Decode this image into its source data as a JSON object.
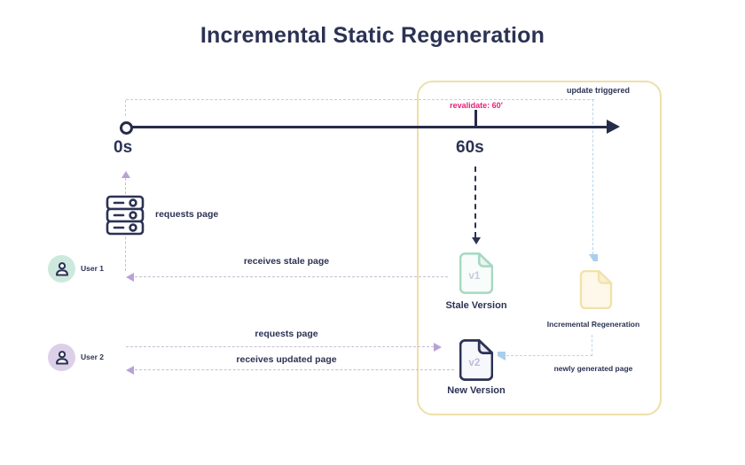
{
  "title": "Incremental Static Regeneration",
  "timeline": {
    "start_label": "0s",
    "end_label": "60s",
    "revalidate_label": "revalidate: 60'",
    "update_triggered_label": "update triggered"
  },
  "server": {
    "request_label": "requests page"
  },
  "users": [
    {
      "name": "User 1",
      "receive_label": "receives stale page"
    },
    {
      "name": "User 2",
      "request_label": "requests page",
      "receive_label": "receives updated page"
    }
  ],
  "documents": {
    "stale": {
      "badge": "v1",
      "label": "Stale Version"
    },
    "fresh": {
      "badge": "v2",
      "label": "New Version"
    },
    "regen": {
      "label": "Incremental Regeneration",
      "note_label": "newly generated page"
    }
  },
  "colors": {
    "navy": "#2b3254",
    "pink": "#ea1e79",
    "mint_avatar": "#cde9de",
    "lavender_avatar": "#dcd0e9",
    "green_doc_stroke": "#a6d8c1",
    "yellow_doc_stroke": "#f2e2ab",
    "box_border": "#eddfa9",
    "blue_dash": "#b5d6ed",
    "purple_dash": "#c6bdd6",
    "gray_dash": "#c6cdd9"
  }
}
